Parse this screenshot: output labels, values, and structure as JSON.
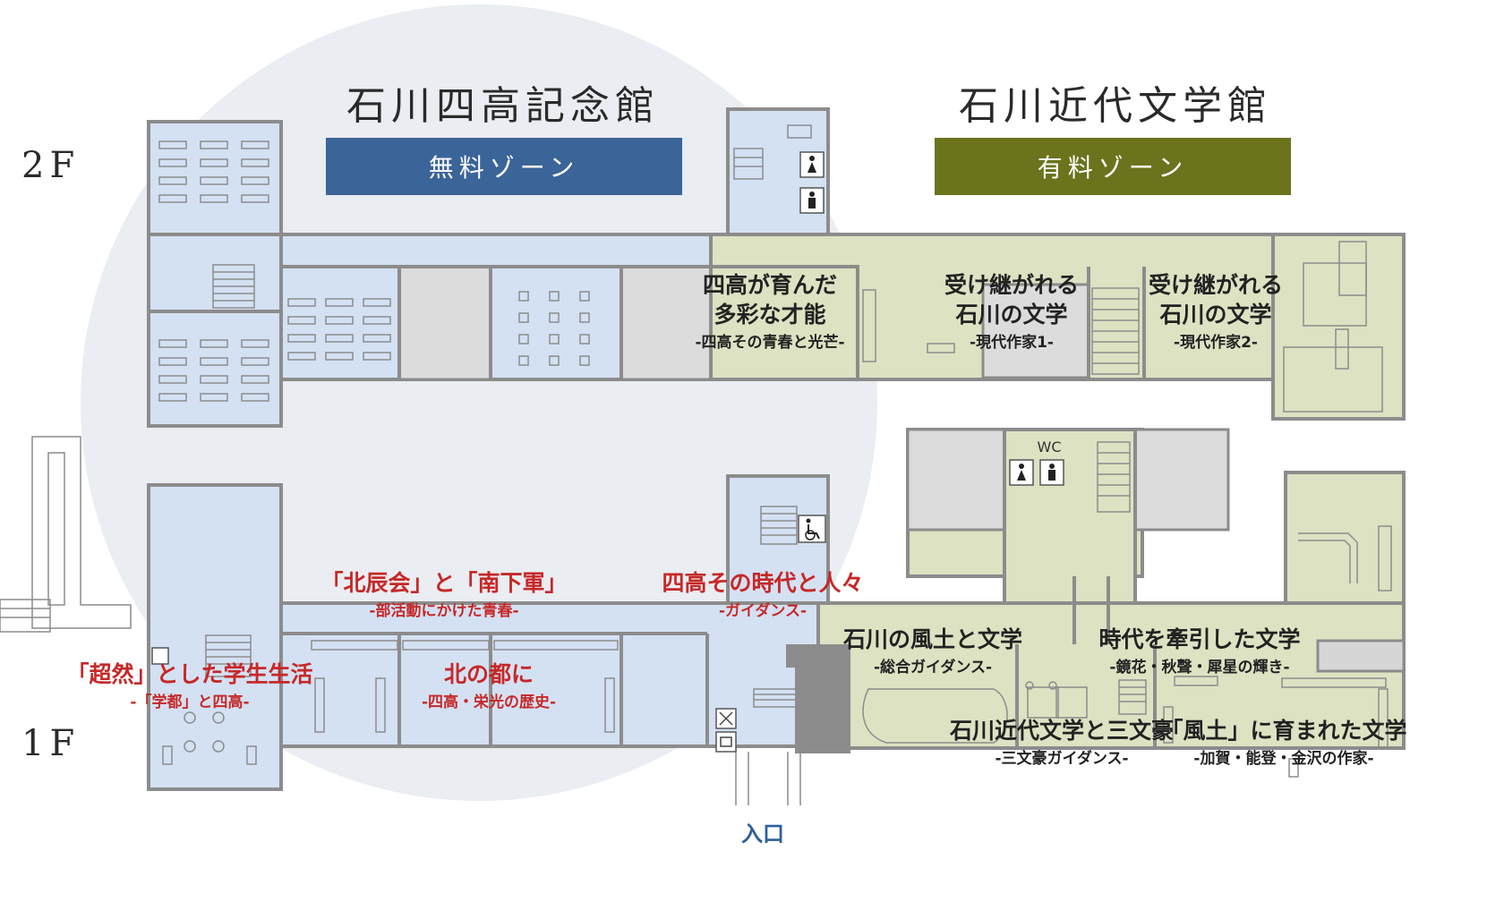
{
  "buildings": {
    "left_title": "石川四高記念館",
    "right_title": "石川近代文学館"
  },
  "zones": {
    "free": {
      "label": "無料ゾーン",
      "color": "#3b6498"
    },
    "paid": {
      "label": "有料ゾーン",
      "color": "#6b731d"
    }
  },
  "floors": {
    "upper": "2F",
    "lower": "1F"
  },
  "colors": {
    "free_floor": "#d4e1f3",
    "paid_floor": "#dde2c2",
    "wall": "#8c8c8c",
    "closed_room": "#dcdcdc",
    "circle": "#eaedf1",
    "label_red": "#c62828"
  },
  "rooms_2f": {
    "r1": {
      "line1": "四高が育んだ",
      "line2": "多彩な才能",
      "sub": "-四高その青春と光芒-"
    },
    "r2": {
      "line1": "受け継がれる",
      "line2": "石川の文学",
      "sub": "-現代作家1-"
    },
    "r3": {
      "line1": "受け継がれる",
      "line2": "石川の文学",
      "sub": "-現代作家2-"
    }
  },
  "rooms_1f_free": {
    "a": {
      "title": "「北辰会」と「南下軍」",
      "sub": "-部活動にかけた青春-"
    },
    "b": {
      "title": "四高その時代と人々",
      "sub": "-ガイダンス-"
    },
    "c": {
      "title": "「超然」とした学生生活",
      "sub": "-「学都」と四高-"
    },
    "d": {
      "title": "北の都に",
      "sub": "-四高・栄光の歴史-"
    }
  },
  "rooms_1f_paid": {
    "a": {
      "title": "石川の風土と文学",
      "sub": "-総合ガイダンス-"
    },
    "b": {
      "title": "時代を牽引した文学",
      "sub": "-鏡花・秋聲・犀星の輝き-"
    },
    "c": {
      "title": "石川近代文学と三文豪",
      "sub": "-三文豪ガイダンス-"
    },
    "d": {
      "title": "「風土」に育まれた文学",
      "sub": "-加賀・能登・金沢の作家-"
    }
  },
  "restroom_label": "WC",
  "entrance_label": "入口",
  "icons": [
    "female-restroom-icon",
    "male-restroom-icon",
    "wheelchair-icon",
    "locker-icon",
    "coin-locker-icon"
  ]
}
